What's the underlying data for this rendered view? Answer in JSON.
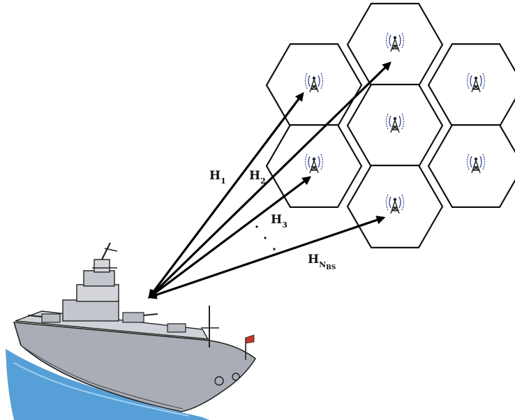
{
  "cells": [
    {
      "id": "cell-1"
    },
    {
      "id": "cell-2"
    },
    {
      "id": "cell-3"
    },
    {
      "id": "cell-4"
    },
    {
      "id": "cell-5"
    },
    {
      "id": "cell-6"
    },
    {
      "id": "cell-7"
    }
  ],
  "links": [
    {
      "name": "H",
      "sub": "1"
    },
    {
      "name": "H",
      "sub": "2"
    },
    {
      "name": "H",
      "sub": "3"
    },
    {
      "name": "H",
      "sub": "N",
      "sub2": "BS"
    }
  ],
  "icons": {
    "base_station": "antenna-tower-icon",
    "ship": "warship-icon",
    "flag_color": "#c0392b",
    "wave_color": "#3a8fd0",
    "hull_color": "#a9adb6"
  }
}
